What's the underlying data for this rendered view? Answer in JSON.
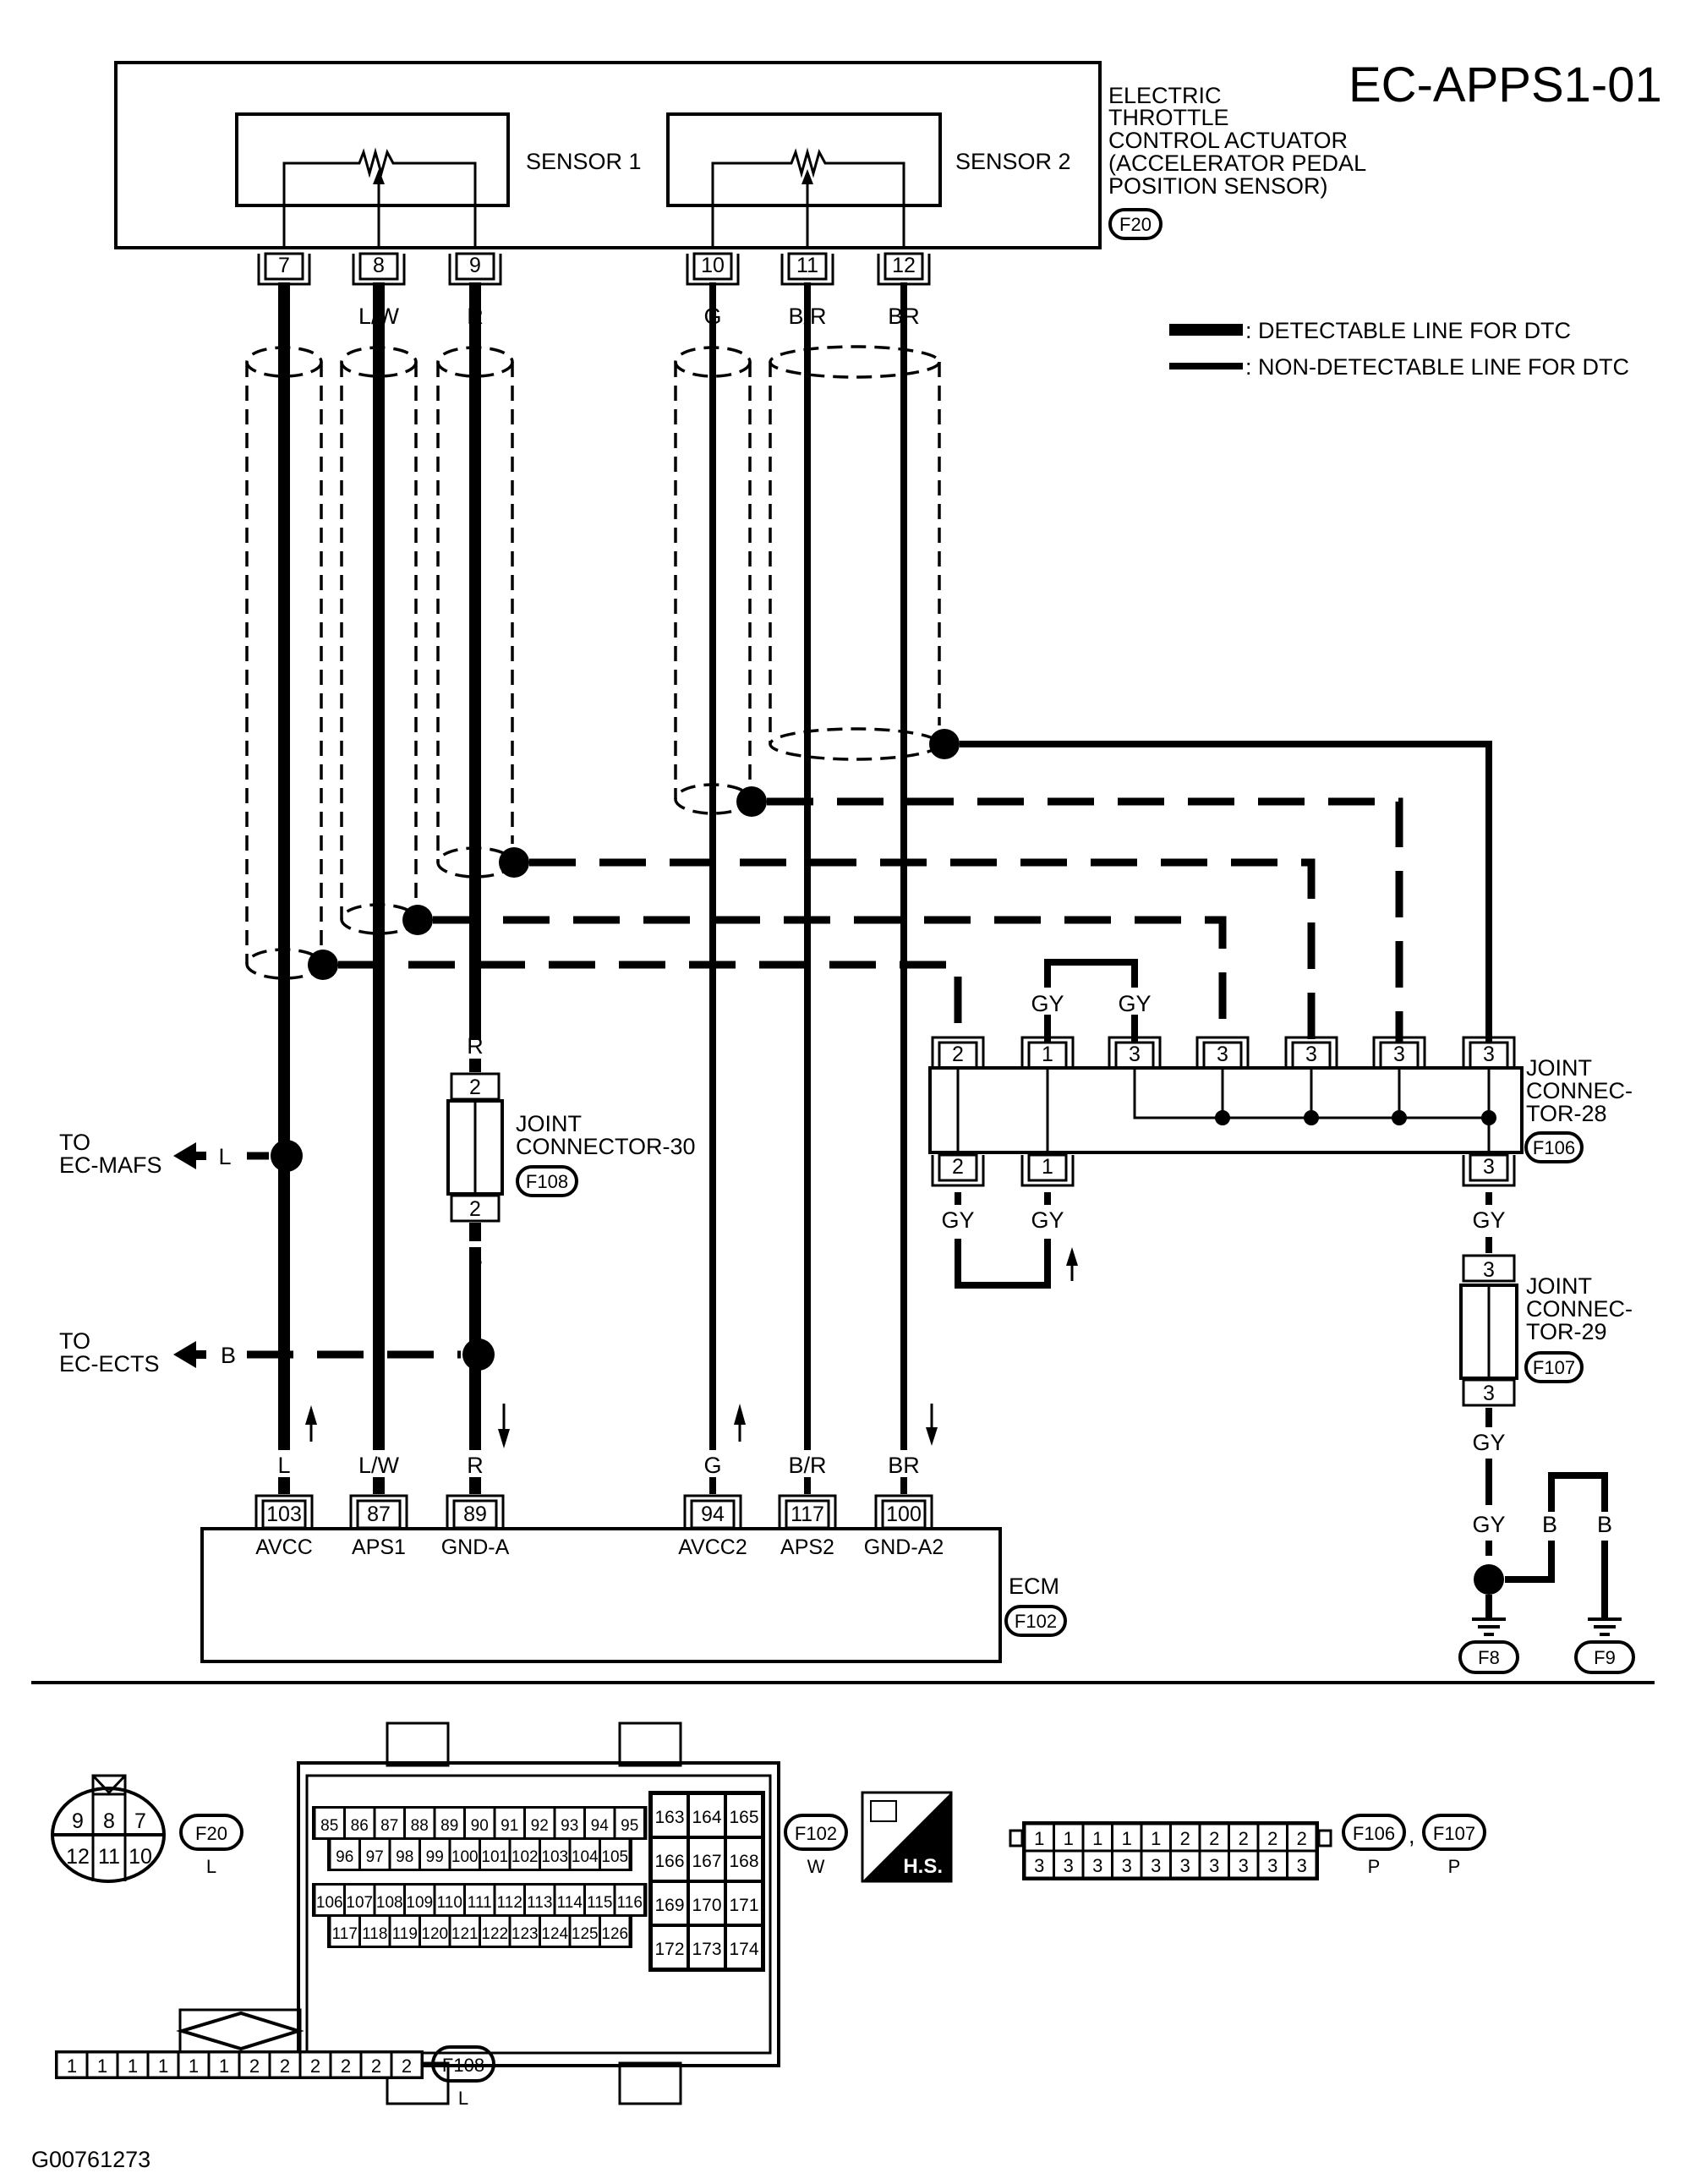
{
  "diagram_id": "EC-APPS1-01",
  "figure_code": "G00761273",
  "component": {
    "name_lines": [
      "ELECTRIC",
      "THROTTLE",
      "CONTROL ACTUATOR",
      "(ACCELERATOR PEDAL",
      " POSITION SENSOR)"
    ],
    "connector": "F20",
    "sensor1_label": "SENSOR 1",
    "sensor2_label": "SENSOR 2"
  },
  "legend": {
    "detectable": ": DETECTABLE LINE FOR DTC",
    "non_detectable": ": NON-DETECTABLE LINE FOR DTC"
  },
  "circuits": [
    {
      "sensor_pin": "7",
      "wire_color": "L",
      "ecm_pin": "103",
      "ecm_signal": "AVCC",
      "line": "detectable"
    },
    {
      "sensor_pin": "8",
      "wire_color": "L/W",
      "ecm_pin": "87",
      "ecm_signal": "APS1",
      "line": "detectable"
    },
    {
      "sensor_pin": "9",
      "wire_color": "R",
      "ecm_pin": "89",
      "ecm_signal": "GND-A",
      "line": "detectable"
    },
    {
      "sensor_pin": "10",
      "wire_color": "G",
      "ecm_pin": "94",
      "ecm_signal": "AVCC2",
      "line": "non-detectable"
    },
    {
      "sensor_pin": "11",
      "wire_color": "B/R",
      "ecm_pin": "117",
      "ecm_signal": "APS2",
      "line": "non-detectable"
    },
    {
      "sensor_pin": "12",
      "wire_color": "BR",
      "ecm_pin": "100",
      "ecm_signal": "GND-A2",
      "line": "non-detectable"
    }
  ],
  "jc30": {
    "label_lines": [
      "JOINT",
      "CONNECTOR-30"
    ],
    "connector": "F108",
    "top_pin": "2",
    "bottom_pin": "2",
    "top_wire": "R",
    "bottom_wire": "B"
  },
  "branches": [
    {
      "label_lines": [
        "TO",
        "EC-MAFS"
      ],
      "wire": "L"
    },
    {
      "label_lines": [
        "TO",
        "EC-ECTS"
      ],
      "wire": "B"
    }
  ],
  "jc28": {
    "label_lines": [
      "JOINT",
      "CONNEC-",
      "TOR-28"
    ],
    "connector": "F106",
    "top_pins": [
      "2",
      "1",
      "3",
      "3",
      "3",
      "3",
      "3"
    ],
    "top_wires": [
      "",
      "GY",
      "GY",
      "",
      "",
      "",
      ""
    ],
    "bottom_pins": [
      "2",
      "1",
      "3"
    ],
    "bottom_wires": [
      "GY",
      "GY",
      "GY"
    ]
  },
  "jc29": {
    "label_lines": [
      "JOINT",
      "CONNEC-",
      "TOR-29"
    ],
    "connector": "F107",
    "top_pin": "3",
    "bottom_pin": "3",
    "out_wire": "GY"
  },
  "ground": {
    "wires": [
      "GY",
      "B",
      "B"
    ],
    "points": [
      "F8",
      "F9"
    ]
  },
  "ecm": {
    "name": "ECM",
    "connector": "F102"
  },
  "connector_views": {
    "f20": {
      "id": "F20",
      "color": "L",
      "top_row": [
        "9",
        "8",
        "7"
      ],
      "bottom_row": [
        "12",
        "11",
        "10"
      ]
    },
    "f102": {
      "id": "F102",
      "color": "W",
      "row1": [
        "85",
        "86",
        "87",
        "88",
        "89",
        "90",
        "91",
        "92",
        "93",
        "94",
        "95"
      ],
      "row2": [
        "96",
        "97",
        "98",
        "99",
        "100",
        "101",
        "102",
        "103",
        "104",
        "105"
      ],
      "row3": [
        "106",
        "107",
        "108",
        "109",
        "110",
        "111",
        "112",
        "113",
        "114",
        "115",
        "116"
      ],
      "row4": [
        "117",
        "118",
        "119",
        "120",
        "121",
        "122",
        "123",
        "124",
        "125",
        "126"
      ],
      "block": [
        [
          "163",
          "164",
          "165"
        ],
        [
          "166",
          "167",
          "168"
        ],
        [
          "169",
          "170",
          "171"
        ],
        [
          "172",
          "173",
          "174"
        ]
      ],
      "hs_label": "H.S."
    },
    "f106_f107": {
      "ids": [
        "F106",
        "F107"
      ],
      "colors": [
        "P",
        "P"
      ],
      "separator": ",",
      "top_row": [
        "1",
        "1",
        "1",
        "1",
        "1",
        "2",
        "2",
        "2",
        "2",
        "2"
      ],
      "bottom_row": [
        "3",
        "3",
        "3",
        "3",
        "3",
        "3",
        "3",
        "3",
        "3",
        "3"
      ]
    },
    "f108": {
      "id": "F108",
      "color": "L",
      "row": [
        "1",
        "1",
        "1",
        "1",
        "1",
        "1",
        "2",
        "2",
        "2",
        "2",
        "2",
        "2"
      ]
    }
  }
}
